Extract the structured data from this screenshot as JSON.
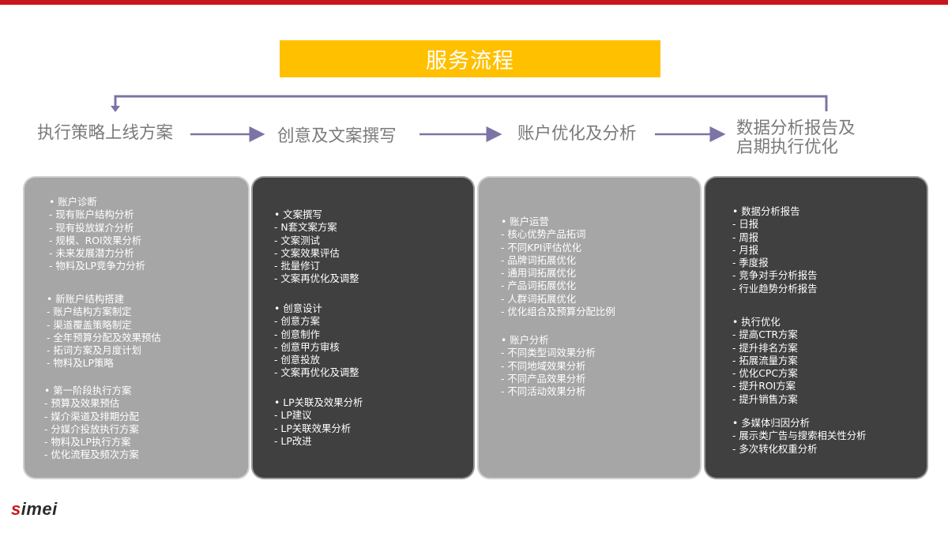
{
  "title": "服务流程",
  "steps": [
    "执行策略上线方案",
    "创意及文案撰写",
    "账户优化及分析",
    "数据分析报告及启期执行优化"
  ],
  "step4_lines": [
    "数据分析报告及",
    "启期执行优化"
  ],
  "colors": {
    "accent_red": "#c8161d",
    "title_yellow": "#ffc000",
    "arrow": "#7b74a6",
    "card_light": "#a6a6a6",
    "card_dark": "#404040"
  },
  "cards": [
    {
      "sections": [
        {
          "head": "• 账户诊断",
          "items": [
            "- 现有账户结构分析",
            "- 现有投放媒介分析",
            "- 规模、ROI效果分析",
            "- 未来发展潜力分析",
            "- 物料及LP竞争力分析"
          ]
        },
        {
          "head": "• 新账户结构搭建",
          "items": [
            "- 账户结构方案制定",
            "- 渠道覆盖策略制定",
            "- 全年预算分配及效果预估",
            "- 拓词方案及月度计划",
            "- 物料及LP策略"
          ]
        },
        {
          "head": "• 第一阶段执行方案",
          "items": [
            "- 预算及效果预估",
            "- 媒介渠道及排期分配",
            "- 分媒介投放执行方案",
            "- 物料及LP执行方案",
            "- 优化流程及频次方案"
          ]
        }
      ]
    },
    {
      "sections": [
        {
          "head": "• 文案撰写",
          "items": [
            "- N套文案方案",
            "- 文案测试",
            "- 文案效果评估",
            "- 批量修订",
            "- 文案再优化及调整"
          ]
        },
        {
          "head": "• 创意设计",
          "items": [
            "- 创意方案",
            "- 创意制作",
            "- 创意甲方审核",
            "- 创意投放",
            "- 文案再优化及调整"
          ]
        },
        {
          "head": "• LP关联及效果分析",
          "items": [
            "- LP建议",
            "- LP关联效果分析",
            "- LP改进"
          ]
        }
      ]
    },
    {
      "sections": [
        {
          "head": "• 账户运营",
          "items": [
            "- 核心优势产品拓词",
            "- 不同KPI评估优化",
            "- 品牌词拓展优化",
            "- 通用词拓展优化",
            "- 产品词拓展优化",
            "- 人群词拓展优化",
            "- 优化组合及预算分配比例"
          ]
        },
        {
          "head": "• 账户分析",
          "items": [
            "- 不同类型词效果分析",
            "- 不同地域效果分析",
            "- 不同产品效果分析",
            "- 不同活动效果分析"
          ]
        }
      ]
    },
    {
      "sections": [
        {
          "head": "• 数据分析报告",
          "items": [
            "- 日报",
            "- 周报",
            "- 月报",
            "- 季度报",
            "- 竞争对手分析报告",
            "- 行业趋势分析报告"
          ]
        },
        {
          "head": "• 执行优化",
          "items": [
            "- 提高CTR方案",
            "- 提升排名方案",
            "- 拓展流量方案",
            "- 优化CPC方案",
            "- 提升ROI方案",
            "- 提升销售方案"
          ]
        },
        {
          "head": "• 多媒体归因分析",
          "items": [
            "- 展示类广告与搜索相关性分析",
            "- 多次转化权重分析"
          ]
        }
      ]
    }
  ],
  "logo": {
    "prefix": "s",
    "rest": "imei"
  }
}
